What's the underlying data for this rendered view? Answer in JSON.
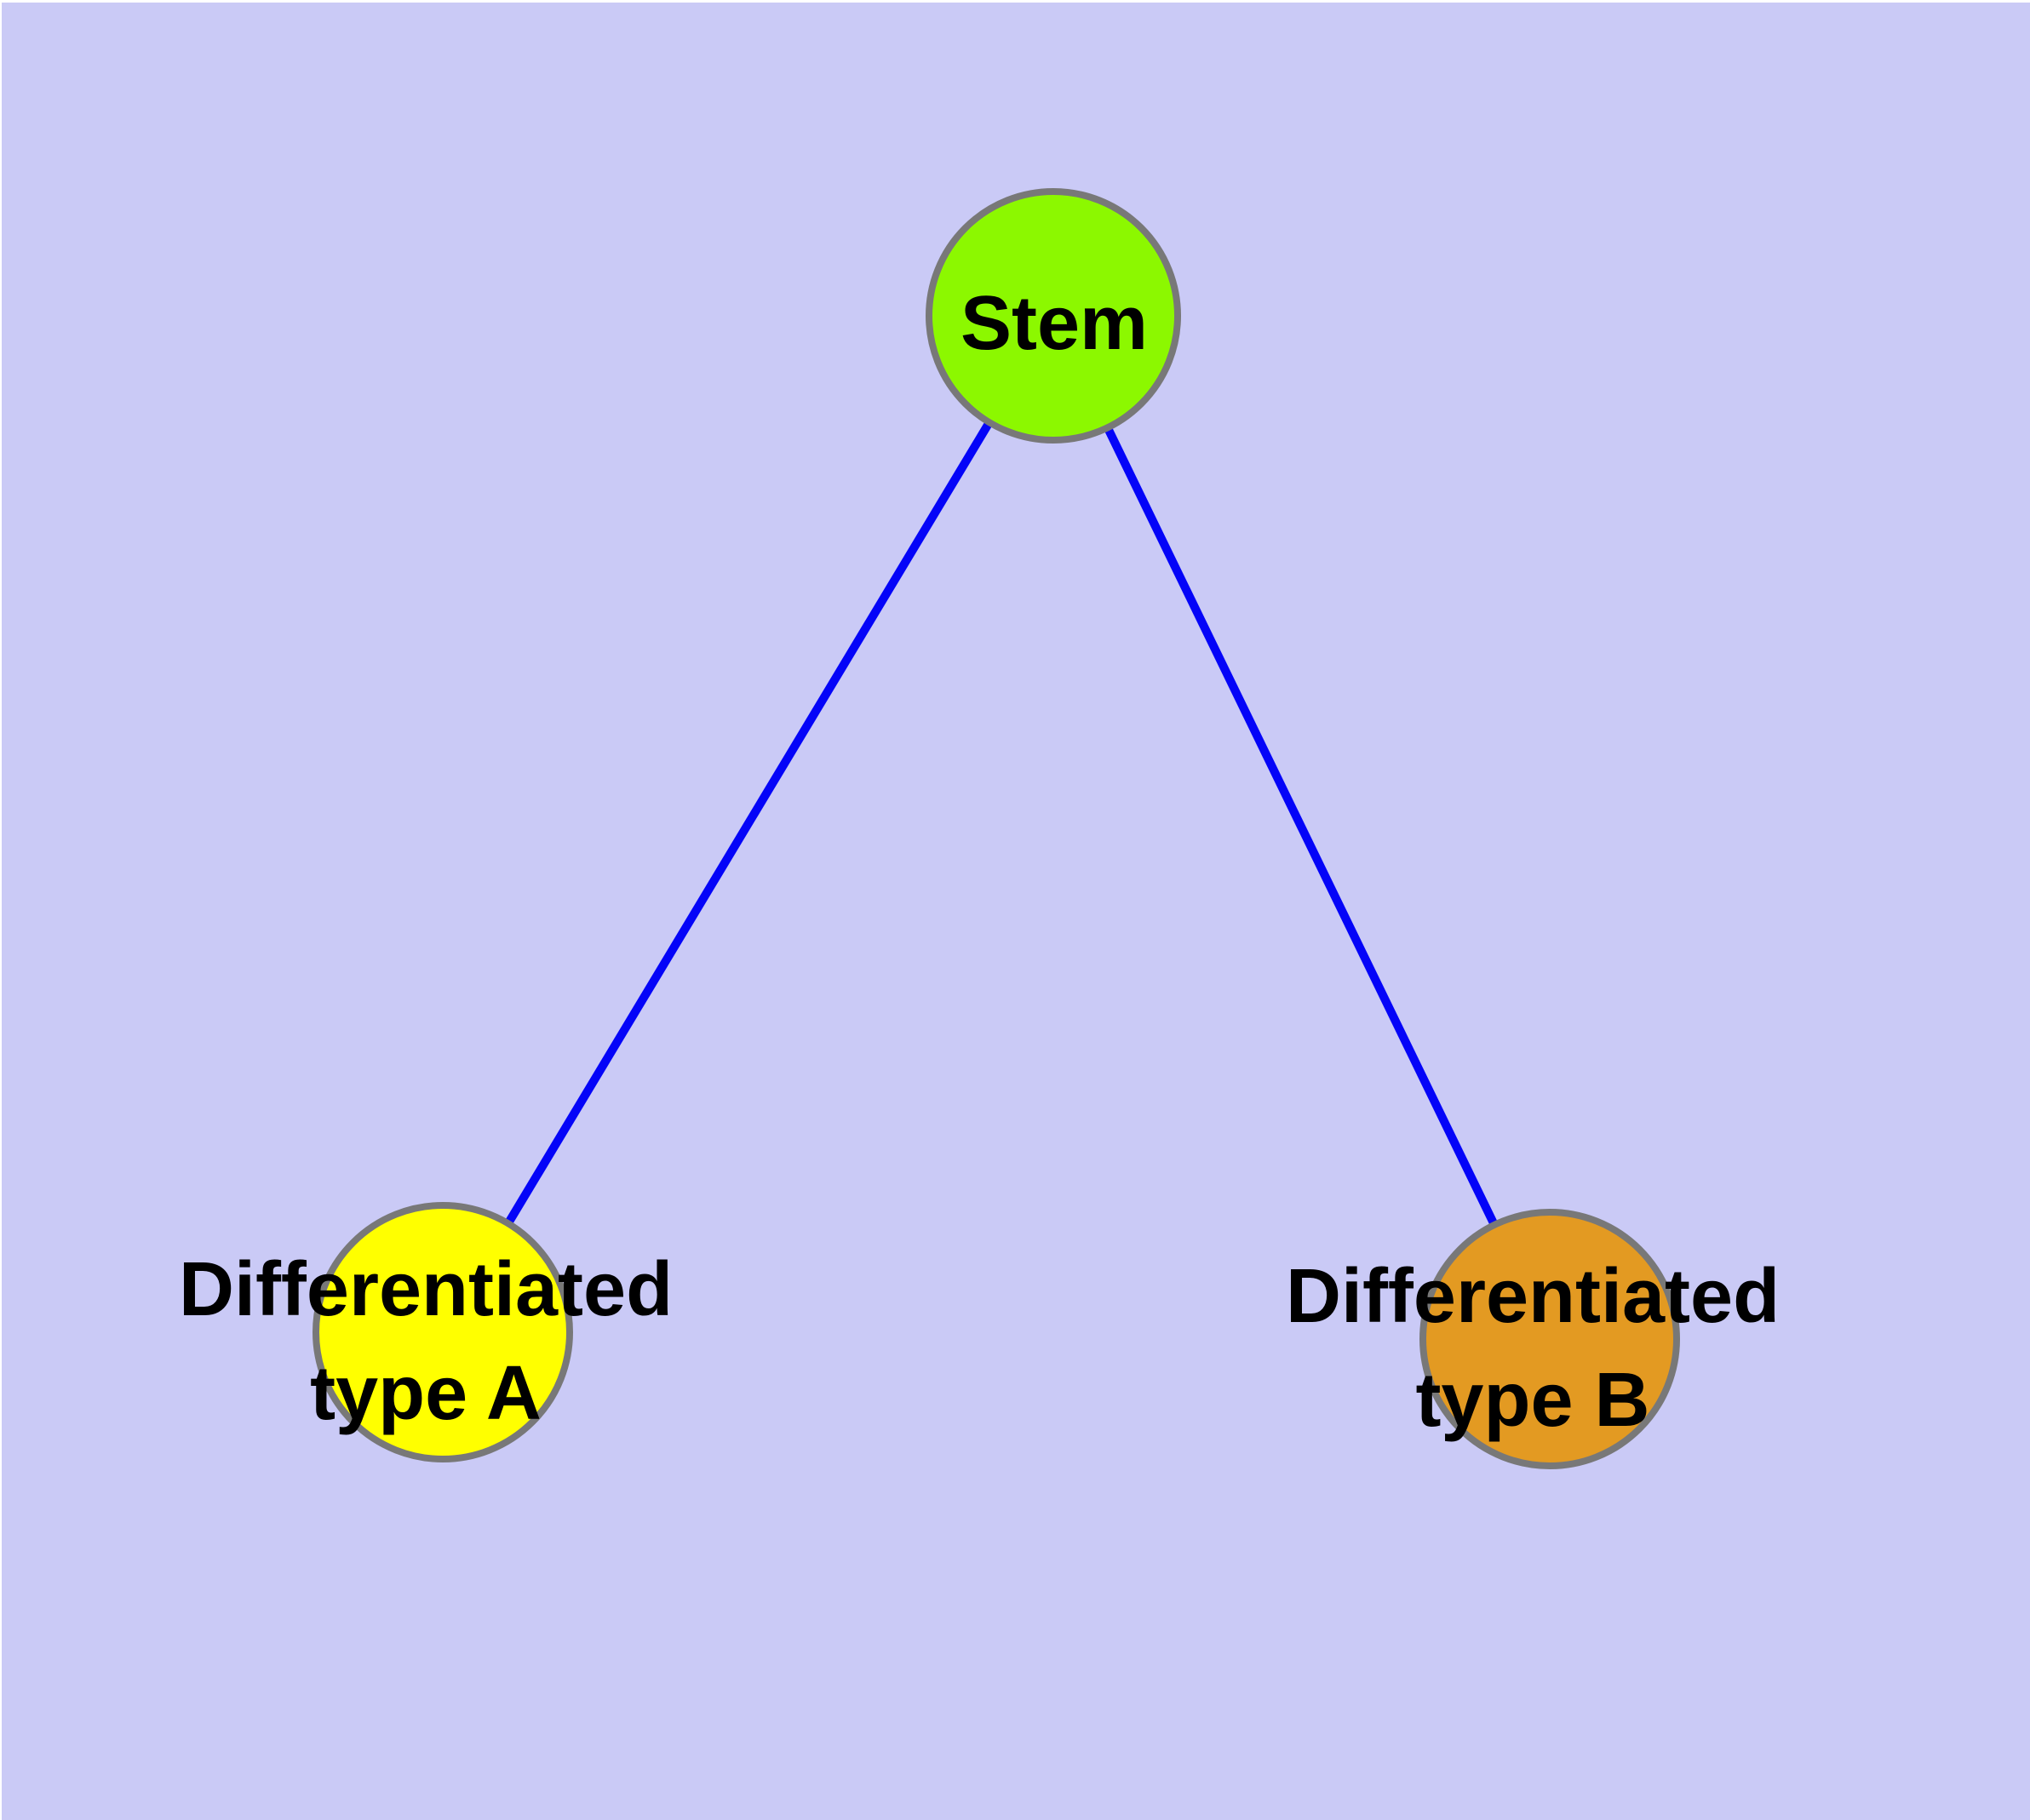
{
  "background_color": "#CACAF6",
  "diagram": {
    "type": "node-link-tree",
    "colors": {
      "edge": "#0404F8",
      "node_border": "#787878",
      "label_text": "#000000"
    },
    "nodes": [
      {
        "id": "stem",
        "label": "Stem",
        "fill": "#8CF800",
        "shape": "circle"
      },
      {
        "id": "type-a",
        "label_line1": "Differentiated",
        "label_line2": "type A",
        "fill": "#FFFF00",
        "shape": "circle"
      },
      {
        "id": "type-b",
        "label_line1": "Differentiated",
        "label_line2": "type B",
        "fill": "#E39A22",
        "shape": "circle"
      }
    ],
    "edges": [
      {
        "from": "Stem",
        "to": "Differentiated type A"
      },
      {
        "from": "Stem",
        "to": "Differentiated type B"
      }
    ]
  }
}
